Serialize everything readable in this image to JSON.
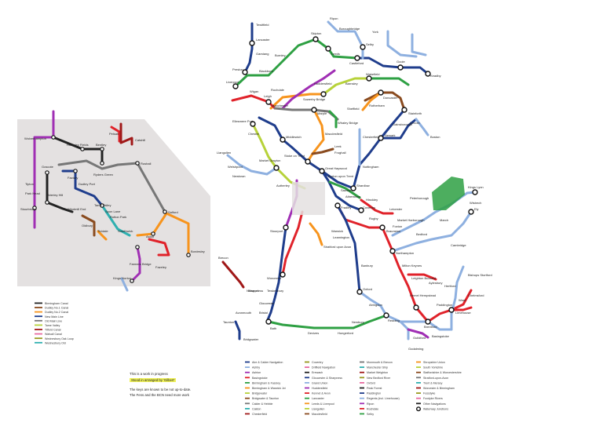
{
  "notes": {
    "line1": "This is a work in progress",
    "line2": "Stood in arranged by 'Gilbert'",
    "line3": "The keys are known to be not up-to-date.",
    "line4": "The Fens and the BCN need more work"
  },
  "colors": {
    "inset_background": "#e4e1e1",
    "purple": "#a02fb4",
    "red": "#e0222a",
    "orange": "#f7941d",
    "green": "#2ea043",
    "blue": "#1f3d8c",
    "lightblue": "#8eb0e0",
    "brown": "#8a4b1f",
    "grey": "#777777",
    "teal": "#2fb0b0",
    "darkred": "#a01818",
    "lime": "#b7d23a",
    "olive": "#9a9a20",
    "pink": "#e86aa0",
    "black": "#222222"
  },
  "inset_legend": [
    {
      "label": "Birmingham Canal",
      "color": "#222222"
    },
    {
      "label": "Dudley No.1 Canal",
      "color": "#8a4b1f"
    },
    {
      "label": "Dudley No.2 Canal",
      "color": "#f7941d"
    },
    {
      "label": "New Main Line",
      "color": "#1f3d8c"
    },
    {
      "label": "Old Main Line",
      "color": "#777777"
    },
    {
      "label": "Tame Valley",
      "color": "#b7d23a"
    },
    {
      "label": "Titford Canal",
      "color": "#a01818"
    },
    {
      "label": "Walsall Canal",
      "color": "#e86aa0"
    },
    {
      "label": "Wednesbury Oak Loop",
      "color": "#9a9a20"
    },
    {
      "label": "Wednesbury Old",
      "color": "#2fb0b0"
    }
  ],
  "legend": {
    "col1": [
      "Aire & Calder Navigation",
      "Ashby",
      "Ashton",
      "Basingstoke",
      "Birmingham & Fazeley",
      "Birmingham & Warwick Jct",
      "Bridgewater",
      "Bridgwater & Taunton",
      "Calder & Hebble",
      "Caldon",
      "Chesterfield"
    ],
    "col2": [
      "Coventry",
      "Driffield Navigation",
      "Erewash",
      "Gloucester & Sharpness",
      "Grand Union",
      "Huddersfield",
      "Kennet & Avon",
      "Lancaster",
      "Leeds & Liverpool",
      "Llangollen",
      "Macclesfield"
    ],
    "col3": [
      "Monmouth & Brecon",
      "Manchester Ship",
      "Market Weighton",
      "New Bedford River",
      "Oxford",
      "Peak Forest",
      "Paddington",
      "Regents (incl. Limehouse)",
      "Ripon",
      "Rochdale",
      "Selby"
    ],
    "col4": [
      "Shropshire Union",
      "South Yorkshire",
      "Staffordshire & Worcestershire",
      "Stratford-upon-Avon",
      "Trent & Mersey",
      "Worcester & Birmingham",
      "Fossdyke",
      "Foxdyke Rivers",
      "Other Navigations",
      "Waterway Junctions",
      ""
    ]
  },
  "places": {
    "top": [
      "Tewitfield",
      "Lancaster",
      "Skipton",
      "Garstang",
      "Ripon",
      "Boroughbridge",
      "Selby",
      "York",
      "Goole",
      "Leeds",
      "Wakefield",
      "Castleford",
      "Sowerby Bridge",
      "Huddersfield",
      "Rochdale",
      "Manchester",
      "Preston",
      "Wigan",
      "Liverpool",
      "Leigh",
      "Burnley",
      "Blackburn",
      "Keadby",
      "Doncaster",
      "Rotherham",
      "Sheffield",
      "Stainforth",
      "Chesterfield",
      "Barnsley",
      "Marple",
      "Whaley Bridge",
      "Macclesfield",
      "Ellesmere Port",
      "Chester",
      "Middlewich",
      "Stoke on Trent",
      "Leek",
      "Froghall",
      "Sawley",
      "Shardlow",
      "Nottingham",
      "Newark",
      "Lincoln",
      "Boston",
      "Gainsborough",
      "Great Haywood",
      "Fradley",
      "Burton upon Trent",
      "Autherley",
      "Llangollen",
      "Welshpool",
      "Newtown",
      "Market Drayton"
    ],
    "south": [
      "Stourport",
      "Worcester",
      "Tewkesbury",
      "Gloucester",
      "Sharpness",
      "Stratford upon Avon",
      "Warwick",
      "Leamington",
      "Braunston",
      "Rugby",
      "Coventry",
      "Atherstone",
      "Hinckley",
      "Leicester",
      "Market Harborough",
      "Foxton",
      "Northampton",
      "Milton Keynes",
      "Leighton Buzzard",
      "Aylesbury",
      "Hemel Hempstead",
      "Brentford",
      "Paddington",
      "Limehouse",
      "Banbury",
      "Oxford",
      "Abingdon",
      "Reading",
      "Newbury",
      "Hungerford",
      "Devizes",
      "Bath",
      "Bristol",
      "Avonmouth",
      "Taunton",
      "Bridgwater",
      "Guildford",
      "Godalming",
      "Basingstoke",
      "Chelmsford",
      "Bishops Stortford",
      "Hertford",
      "Ware",
      "Bedford",
      "Peterborough",
      "Kings Lynn",
      "Ely",
      "Cambridge",
      "Wisbech",
      "March",
      "Brecon",
      "Newport"
    ],
    "inset": [
      "Wolverhampton",
      "Horseley Fields",
      "Bentley",
      "Pelsall",
      "Catshill",
      "Goscote",
      "Tipton",
      "Factory",
      "Dudley Port",
      "Ryders Green",
      "Park Head",
      "Brierley Hill",
      "Windmill End",
      "Stourbridge",
      "Oldbury",
      "Tame Valley",
      "Rushall",
      "Salford",
      "Aston",
      "Farmers Bridge",
      "Bordesley",
      "Fazeley",
      "Kings Norton",
      "Spon Lane",
      "Tividale",
      "Smethwick",
      "Rotton Park"
    ]
  }
}
